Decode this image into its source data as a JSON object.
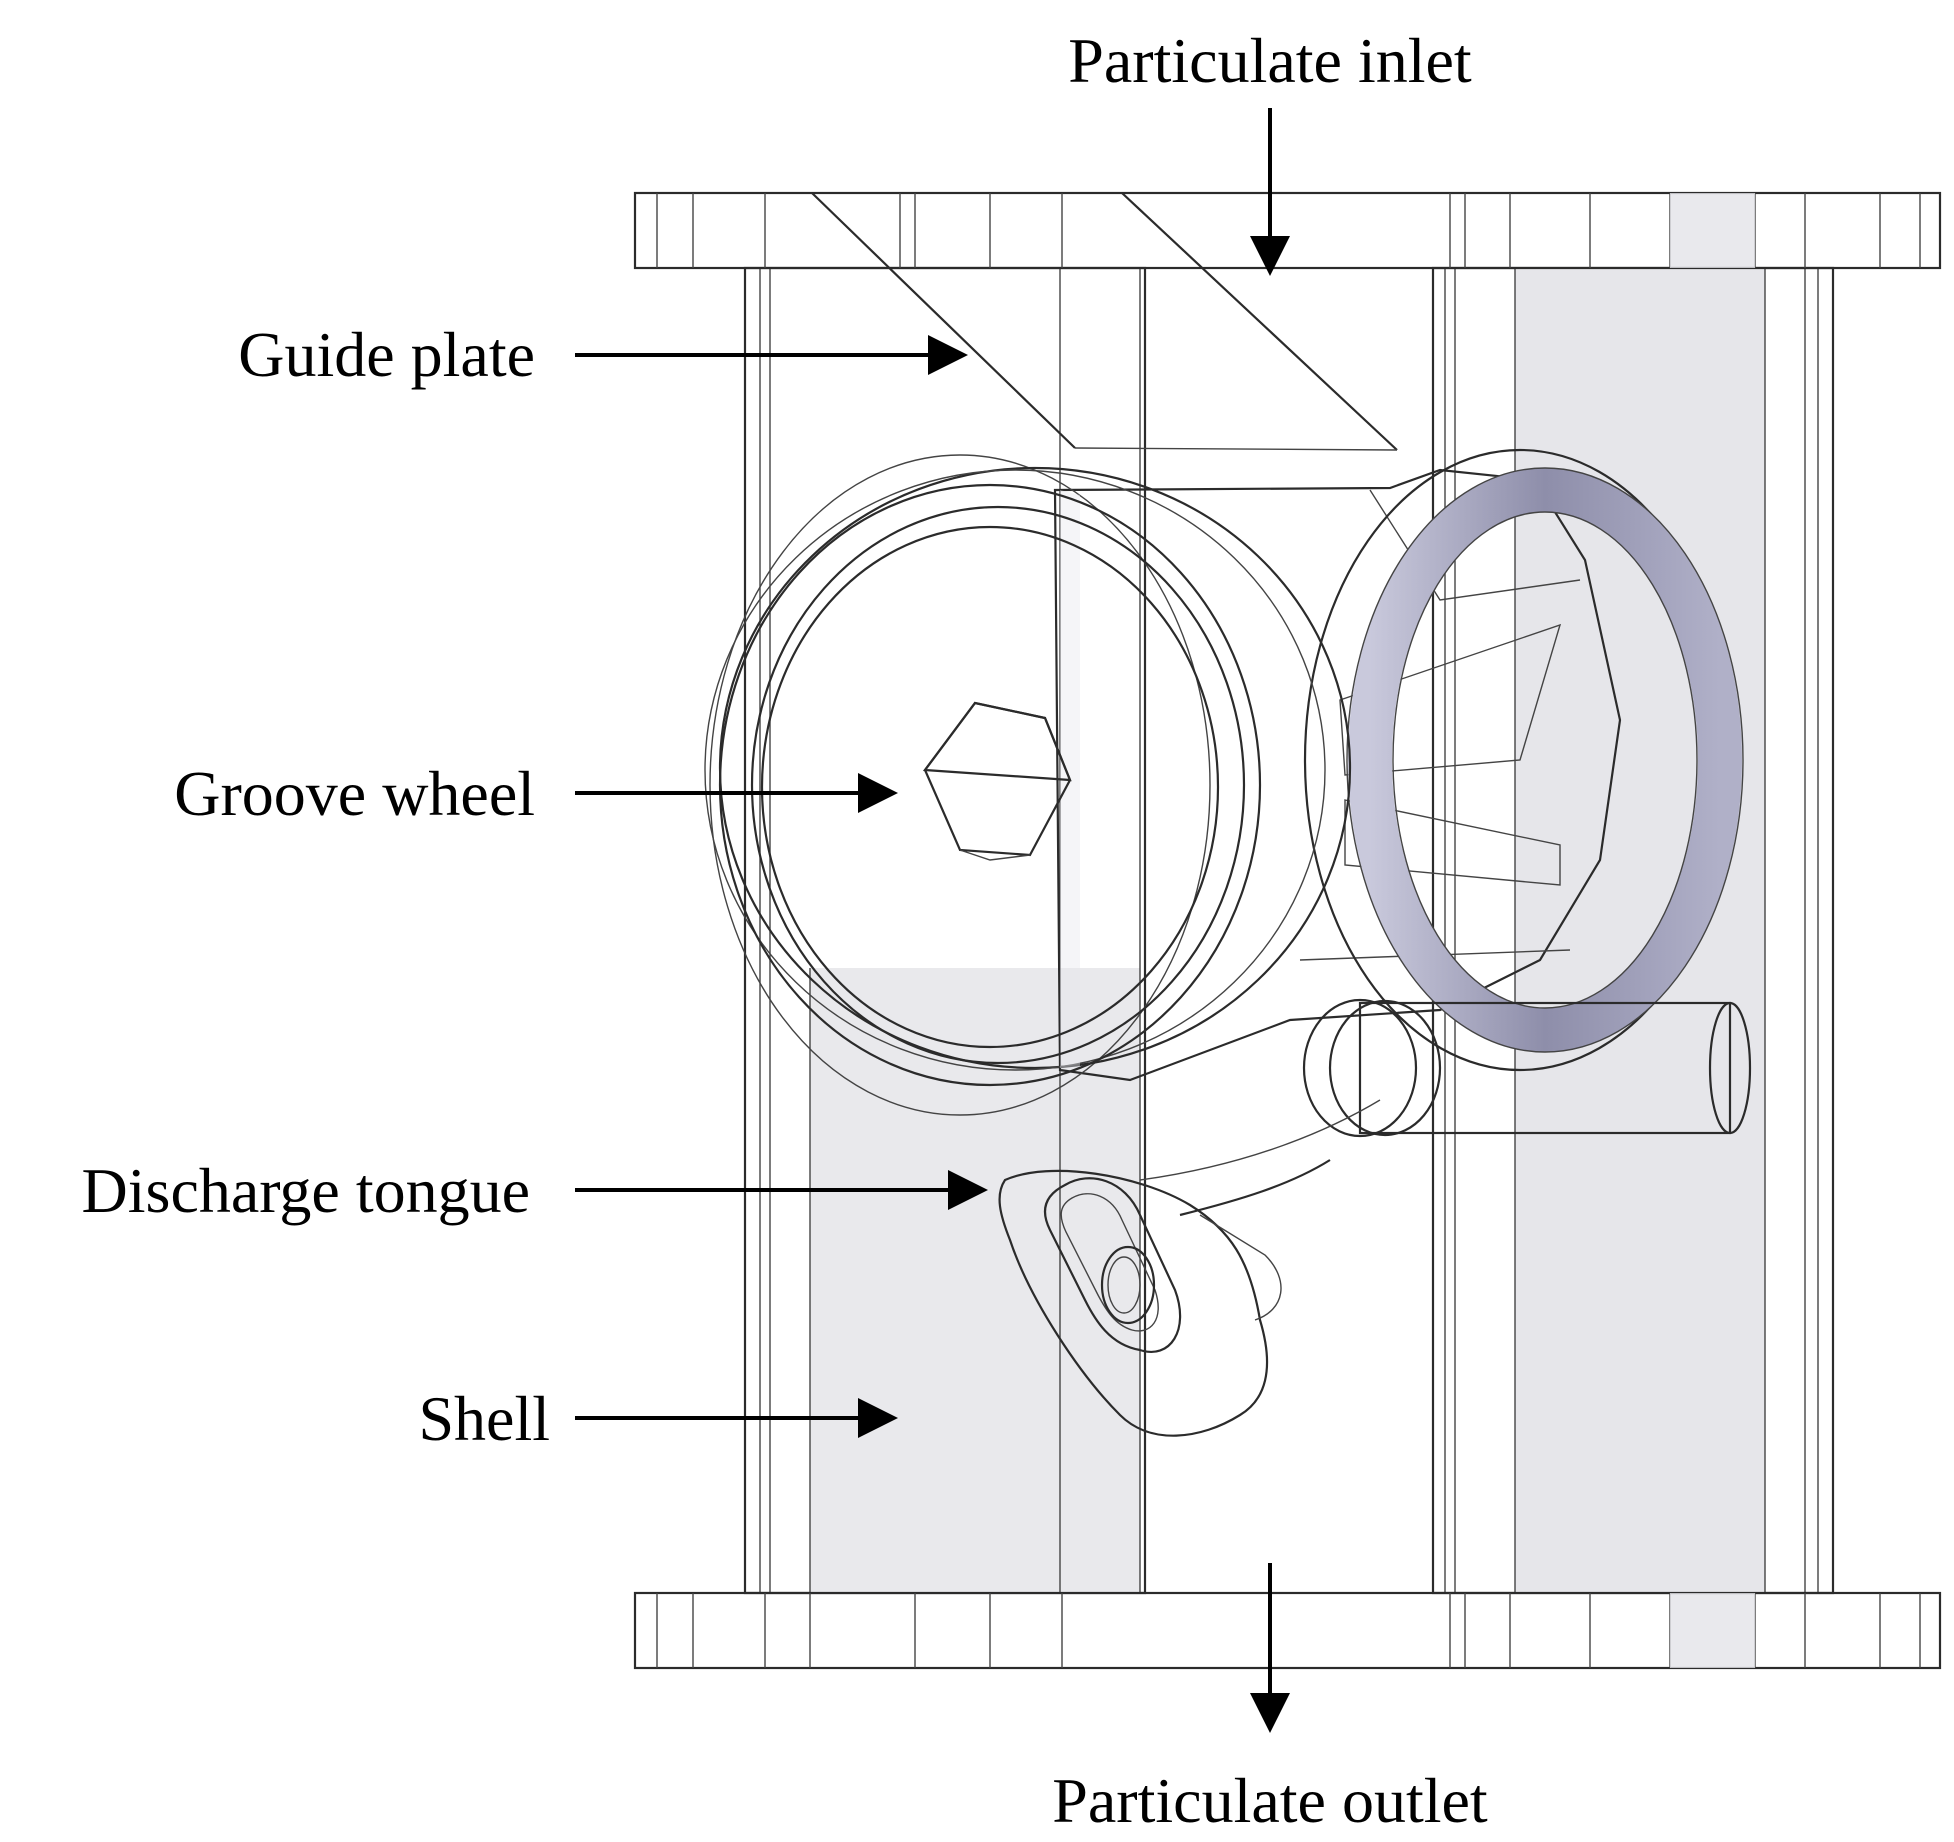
{
  "labels": {
    "inlet": "Particulate inlet",
    "outlet": "Particulate outlet",
    "guide_plate": "Guide plate",
    "groove_wheel": "Groove wheel",
    "discharge_tongue": "Discharge tongue",
    "shell": "Shell"
  },
  "colors": {
    "line": "#2b2b2b",
    "shell_fill": "#f2f2f4",
    "shell_shadow": "#e6e6ea",
    "wheel_band": "#8e8eaa",
    "wheel_band_light": "#c9c9dc",
    "hex_dark": "#8a8a8a",
    "hex_light": "#ece4ee",
    "arrow": "#000000"
  }
}
